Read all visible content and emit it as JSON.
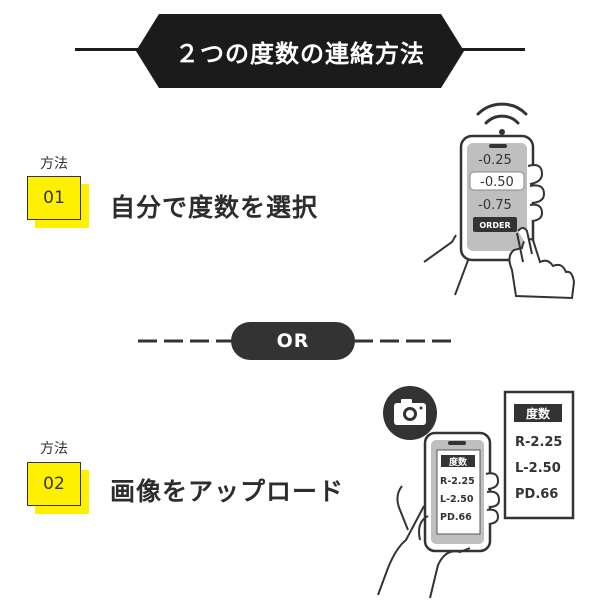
{
  "header": {
    "title": "２つの度数の連絡方法"
  },
  "method1": {
    "caption": "方法",
    "number": "01",
    "label": "自分で度数を選択",
    "phone": {
      "options": [
        "-0.25",
        "-0.50",
        "-0.75"
      ],
      "selected": "-0.50",
      "button": "ORDER"
    }
  },
  "divider": {
    "label": "OR"
  },
  "method2": {
    "caption": "方法",
    "number": "02",
    "label": "画像をアップロード",
    "card": {
      "title": "度数",
      "lines": [
        "R-2.25",
        "L-2.50",
        "PD.66"
      ]
    },
    "phone_card": {
      "title": "度数",
      "lines": [
        "R-2.25",
        "L-2.50",
        "PD.66"
      ]
    }
  },
  "colors": {
    "accent": "#fff000",
    "dark": "#1b1b1b"
  }
}
